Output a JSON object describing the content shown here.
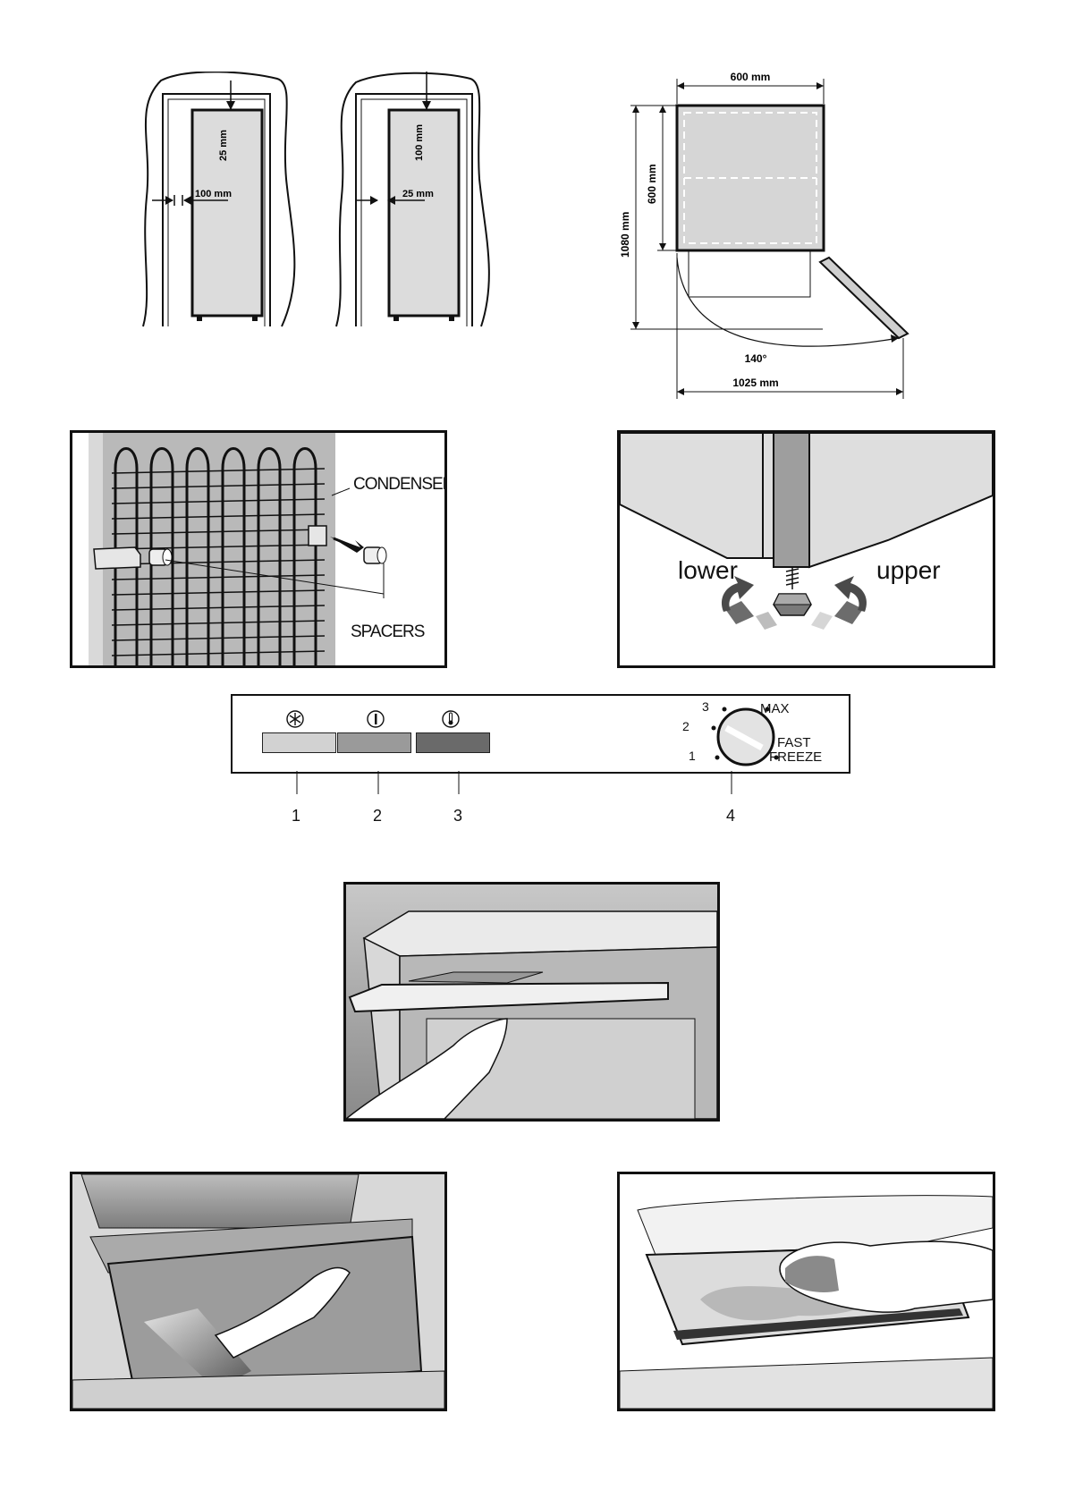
{
  "clearance": {
    "left_top": "25 mm",
    "left_side": "100 mm",
    "right_top": "100 mm",
    "right_side": "25 mm"
  },
  "dimensions": {
    "width": "600 mm",
    "depth": "600 mm",
    "height": "1080 mm",
    "angle": "140°",
    "door_span": "1025 mm"
  },
  "condenser": {
    "condenser_label": "CONDENSER",
    "spacers_label": "SPACERS"
  },
  "feet": {
    "lower": "lower",
    "upper": "upper"
  },
  "control_panel": {
    "callouts": [
      "1",
      "2",
      "3",
      "4"
    ],
    "dial_positions": [
      "1",
      "2",
      "3"
    ],
    "max_label": "MAX",
    "fast_freeze_line1": "FAST",
    "fast_freeze_line2": "FREEZE",
    "lamp_colors": [
      "#d2d2d2",
      "#9a9a9a",
      "#6a6a6a"
    ],
    "icons": [
      "snowflake-icon",
      "power-icon",
      "thermometer-icon"
    ]
  },
  "illustrations": [
    "hand-pulling-basket",
    "hand-opening-drawer",
    "hand-wiping-floor"
  ]
}
